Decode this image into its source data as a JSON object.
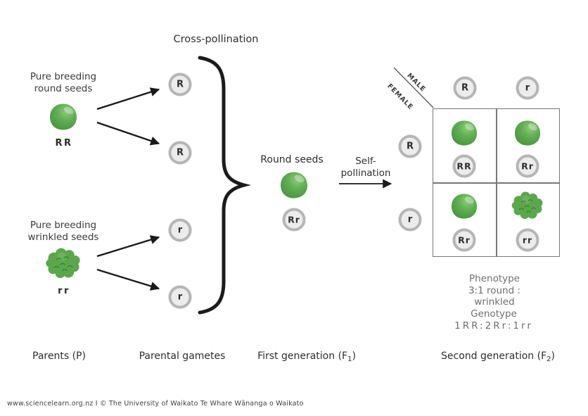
{
  "diagram_title": "Cross-pollination",
  "parents": {
    "section_label": "Parents (P)",
    "round": {
      "name_line1": "Pure breeding",
      "name_line2": "round seeds",
      "genotype": "RR"
    },
    "wrinkled": {
      "name_line1": "Pure breeding",
      "name_line2": "wrinkled seeds",
      "genotype": "rr"
    }
  },
  "gametes": {
    "section_label": "Parental gametes",
    "round": [
      "R",
      "R"
    ],
    "wrinkled": [
      "r",
      "r"
    ]
  },
  "first_generation": {
    "section_label_pre": "First generation (F",
    "section_label_sub": "1",
    "section_label_post": ")",
    "phenotype_label": "Round seeds",
    "genotype": "Rr"
  },
  "self_pollination": {
    "line1": "Self-",
    "line2": "pollination"
  },
  "punnett": {
    "male_label": "MALE",
    "female_label": "FEMALE",
    "col_headers": [
      "R",
      "r"
    ],
    "row_headers": [
      "R",
      "r"
    ],
    "cells": [
      {
        "phenotype": "round",
        "genotype": "RR"
      },
      {
        "phenotype": "round",
        "genotype": "Rr"
      },
      {
        "phenotype": "round",
        "genotype": "Rr"
      },
      {
        "phenotype": "wrinkled",
        "genotype": "rr"
      }
    ]
  },
  "second_generation": {
    "section_label_pre": "Second generation (F",
    "section_label_sub": "2",
    "section_label_post": ")"
  },
  "results": {
    "phenotype_title": "Phenotype",
    "phenotype_ratio": "3:1 round : wrinkled",
    "genotype_title": "Genotype",
    "genotype_ratio": "1RR:2Rr:1rr"
  },
  "footer": {
    "credit": "www.sciencelearn.org.nz I © The University of Waikato Te Whare Wānanga o Waikato"
  },
  "colors": {
    "seed_green": "#5aa74c",
    "seed_green_dark": "#3f8236",
    "circle_ring": "#b5b5b5",
    "circle_fill": "#ececec",
    "line_black": "#1a1a1a",
    "grid_gray": "#777777",
    "muted_text": "#6f6f6f",
    "text": "#3a3a3a"
  }
}
